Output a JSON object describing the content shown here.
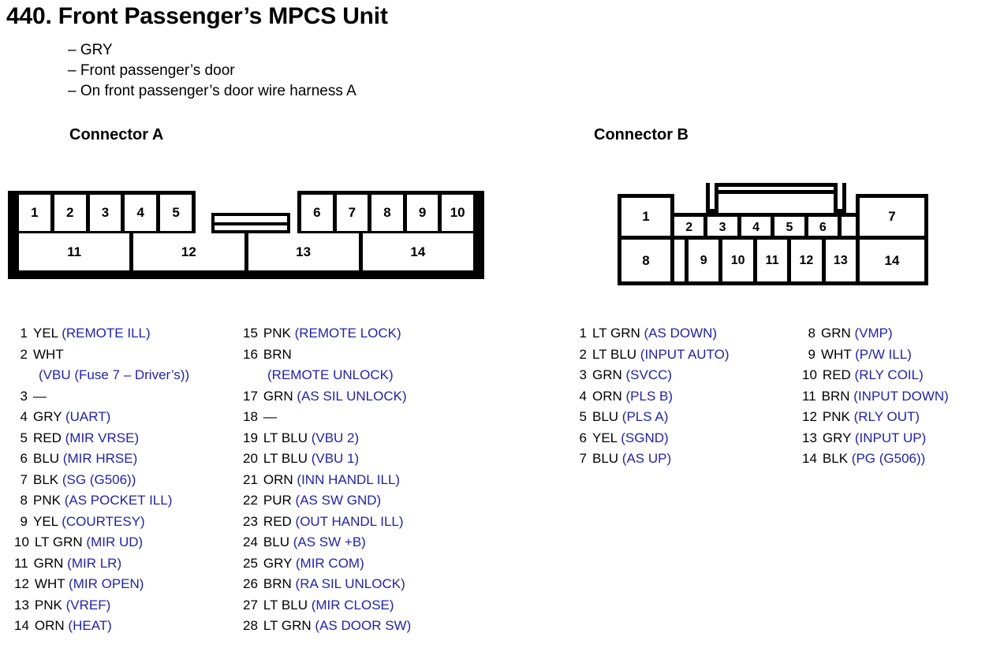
{
  "header": {
    "title": "440. Front Passenger’s MPCS Unit",
    "subtitles": [
      "– GRY",
      "– Front passenger’s door",
      "– On front passenger’s door wire harness A"
    ]
  },
  "colors": {
    "label_blue": "#2222a8",
    "text_black": "#000000",
    "background": "#ffffff"
  },
  "connector_a": {
    "heading": "Connector A",
    "top_row_left": [
      "1",
      "2",
      "3",
      "4",
      "5"
    ],
    "top_row_right": [
      "6",
      "7",
      "8",
      "9",
      "10"
    ],
    "bottom_row": [
      "11",
      "12",
      "13",
      "14"
    ]
  },
  "connector_b": {
    "heading": "Connector B",
    "end_cells": {
      "top_left": "1",
      "bottom_left": "8",
      "top_right": "7",
      "bottom_right": "14"
    },
    "inner_top": [
      "2",
      "3",
      "4",
      "5",
      "6"
    ],
    "inner_bottom": [
      "9",
      "10",
      "11",
      "12",
      "13"
    ]
  },
  "pins_a_col1": [
    {
      "num": "1",
      "color": "YEL",
      "label": "(REMOTE ILL)"
    },
    {
      "num": "2",
      "color": "WHT",
      "label": "",
      "wrap": "(VBU (Fuse 7 – Driver’s))"
    },
    {
      "num": "3",
      "color": "—",
      "label": ""
    },
    {
      "num": "4",
      "color": "GRY",
      "label": "(UART)"
    },
    {
      "num": "5",
      "color": "RED",
      "label": "(MIR VRSE)"
    },
    {
      "num": "6",
      "color": "BLU",
      "label": "(MIR HRSE)"
    },
    {
      "num": "7",
      "color": "BLK",
      "label": "(SG (G506))"
    },
    {
      "num": "8",
      "color": "PNK",
      "label": "(AS POCKET ILL)"
    },
    {
      "num": "9",
      "color": "YEL",
      "label": "(COURTESY)"
    },
    {
      "num": "10",
      "color": "LT GRN",
      "label": "(MIR UD)"
    },
    {
      "num": "11",
      "color": "GRN",
      "label": "(MIR LR)"
    },
    {
      "num": "12",
      "color": "WHT",
      "label": "(MIR OPEN)"
    },
    {
      "num": "13",
      "color": "PNK",
      "label": "(VREF)"
    },
    {
      "num": "14",
      "color": "ORN",
      "label": "(HEAT)"
    }
  ],
  "pins_a_col2": [
    {
      "num": "15",
      "color": "PNK",
      "label": "(REMOTE LOCK)"
    },
    {
      "num": "16",
      "color": "BRN",
      "label": "",
      "wrap": "(REMOTE UNLOCK)"
    },
    {
      "num": "17",
      "color": "GRN",
      "label": "(AS SIL UNLOCK)"
    },
    {
      "num": "18",
      "color": "—",
      "label": ""
    },
    {
      "num": "19",
      "color": "LT BLU",
      "label": "(VBU 2)"
    },
    {
      "num": "20",
      "color": "LT BLU",
      "label": "(VBU 1)"
    },
    {
      "num": "21",
      "color": "ORN",
      "label": "(INN HANDL ILL)"
    },
    {
      "num": "22",
      "color": "PUR",
      "label": "(AS SW GND)"
    },
    {
      "num": "23",
      "color": "RED",
      "label": "(OUT HANDL ILL)"
    },
    {
      "num": "24",
      "color": "BLU",
      "label": "(AS SW +B)"
    },
    {
      "num": "25",
      "color": "GRY",
      "label": "(MIR COM)"
    },
    {
      "num": "26",
      "color": "BRN",
      "label": "(RA SIL UNLOCK)"
    },
    {
      "num": "27",
      "color": "LT BLU",
      "label": "(MIR CLOSE)"
    },
    {
      "num": "28",
      "color": "LT GRN",
      "label": "(AS DOOR SW)"
    }
  ],
  "pins_b_col1": [
    {
      "num": "1",
      "color": "LT GRN",
      "label": "(AS DOWN)"
    },
    {
      "num": "2",
      "color": "LT BLU",
      "label": "(INPUT AUTO)"
    },
    {
      "num": "3",
      "color": "GRN",
      "label": "(SVCC)"
    },
    {
      "num": "4",
      "color": "ORN",
      "label": "(PLS B)"
    },
    {
      "num": "5",
      "color": "BLU",
      "label": "(PLS A)"
    },
    {
      "num": "6",
      "color": "YEL",
      "label": "(SGND)"
    },
    {
      "num": "7",
      "color": "BLU",
      "label": "(AS UP)"
    }
  ],
  "pins_b_col2": [
    {
      "num": "8",
      "color": "GRN",
      "label": "(VMP)"
    },
    {
      "num": "9",
      "color": "WHT",
      "label": "(P/W ILL)"
    },
    {
      "num": "10",
      "color": "RED",
      "label": "(RLY COIL)"
    },
    {
      "num": "11",
      "color": "BRN",
      "label": "(INPUT DOWN)"
    },
    {
      "num": "12",
      "color": "PNK",
      "label": "(RLY OUT)"
    },
    {
      "num": "13",
      "color": "GRY",
      "label": "(INPUT UP)"
    },
    {
      "num": "14",
      "color": "BLK",
      "label": "(PG (G506))"
    }
  ]
}
